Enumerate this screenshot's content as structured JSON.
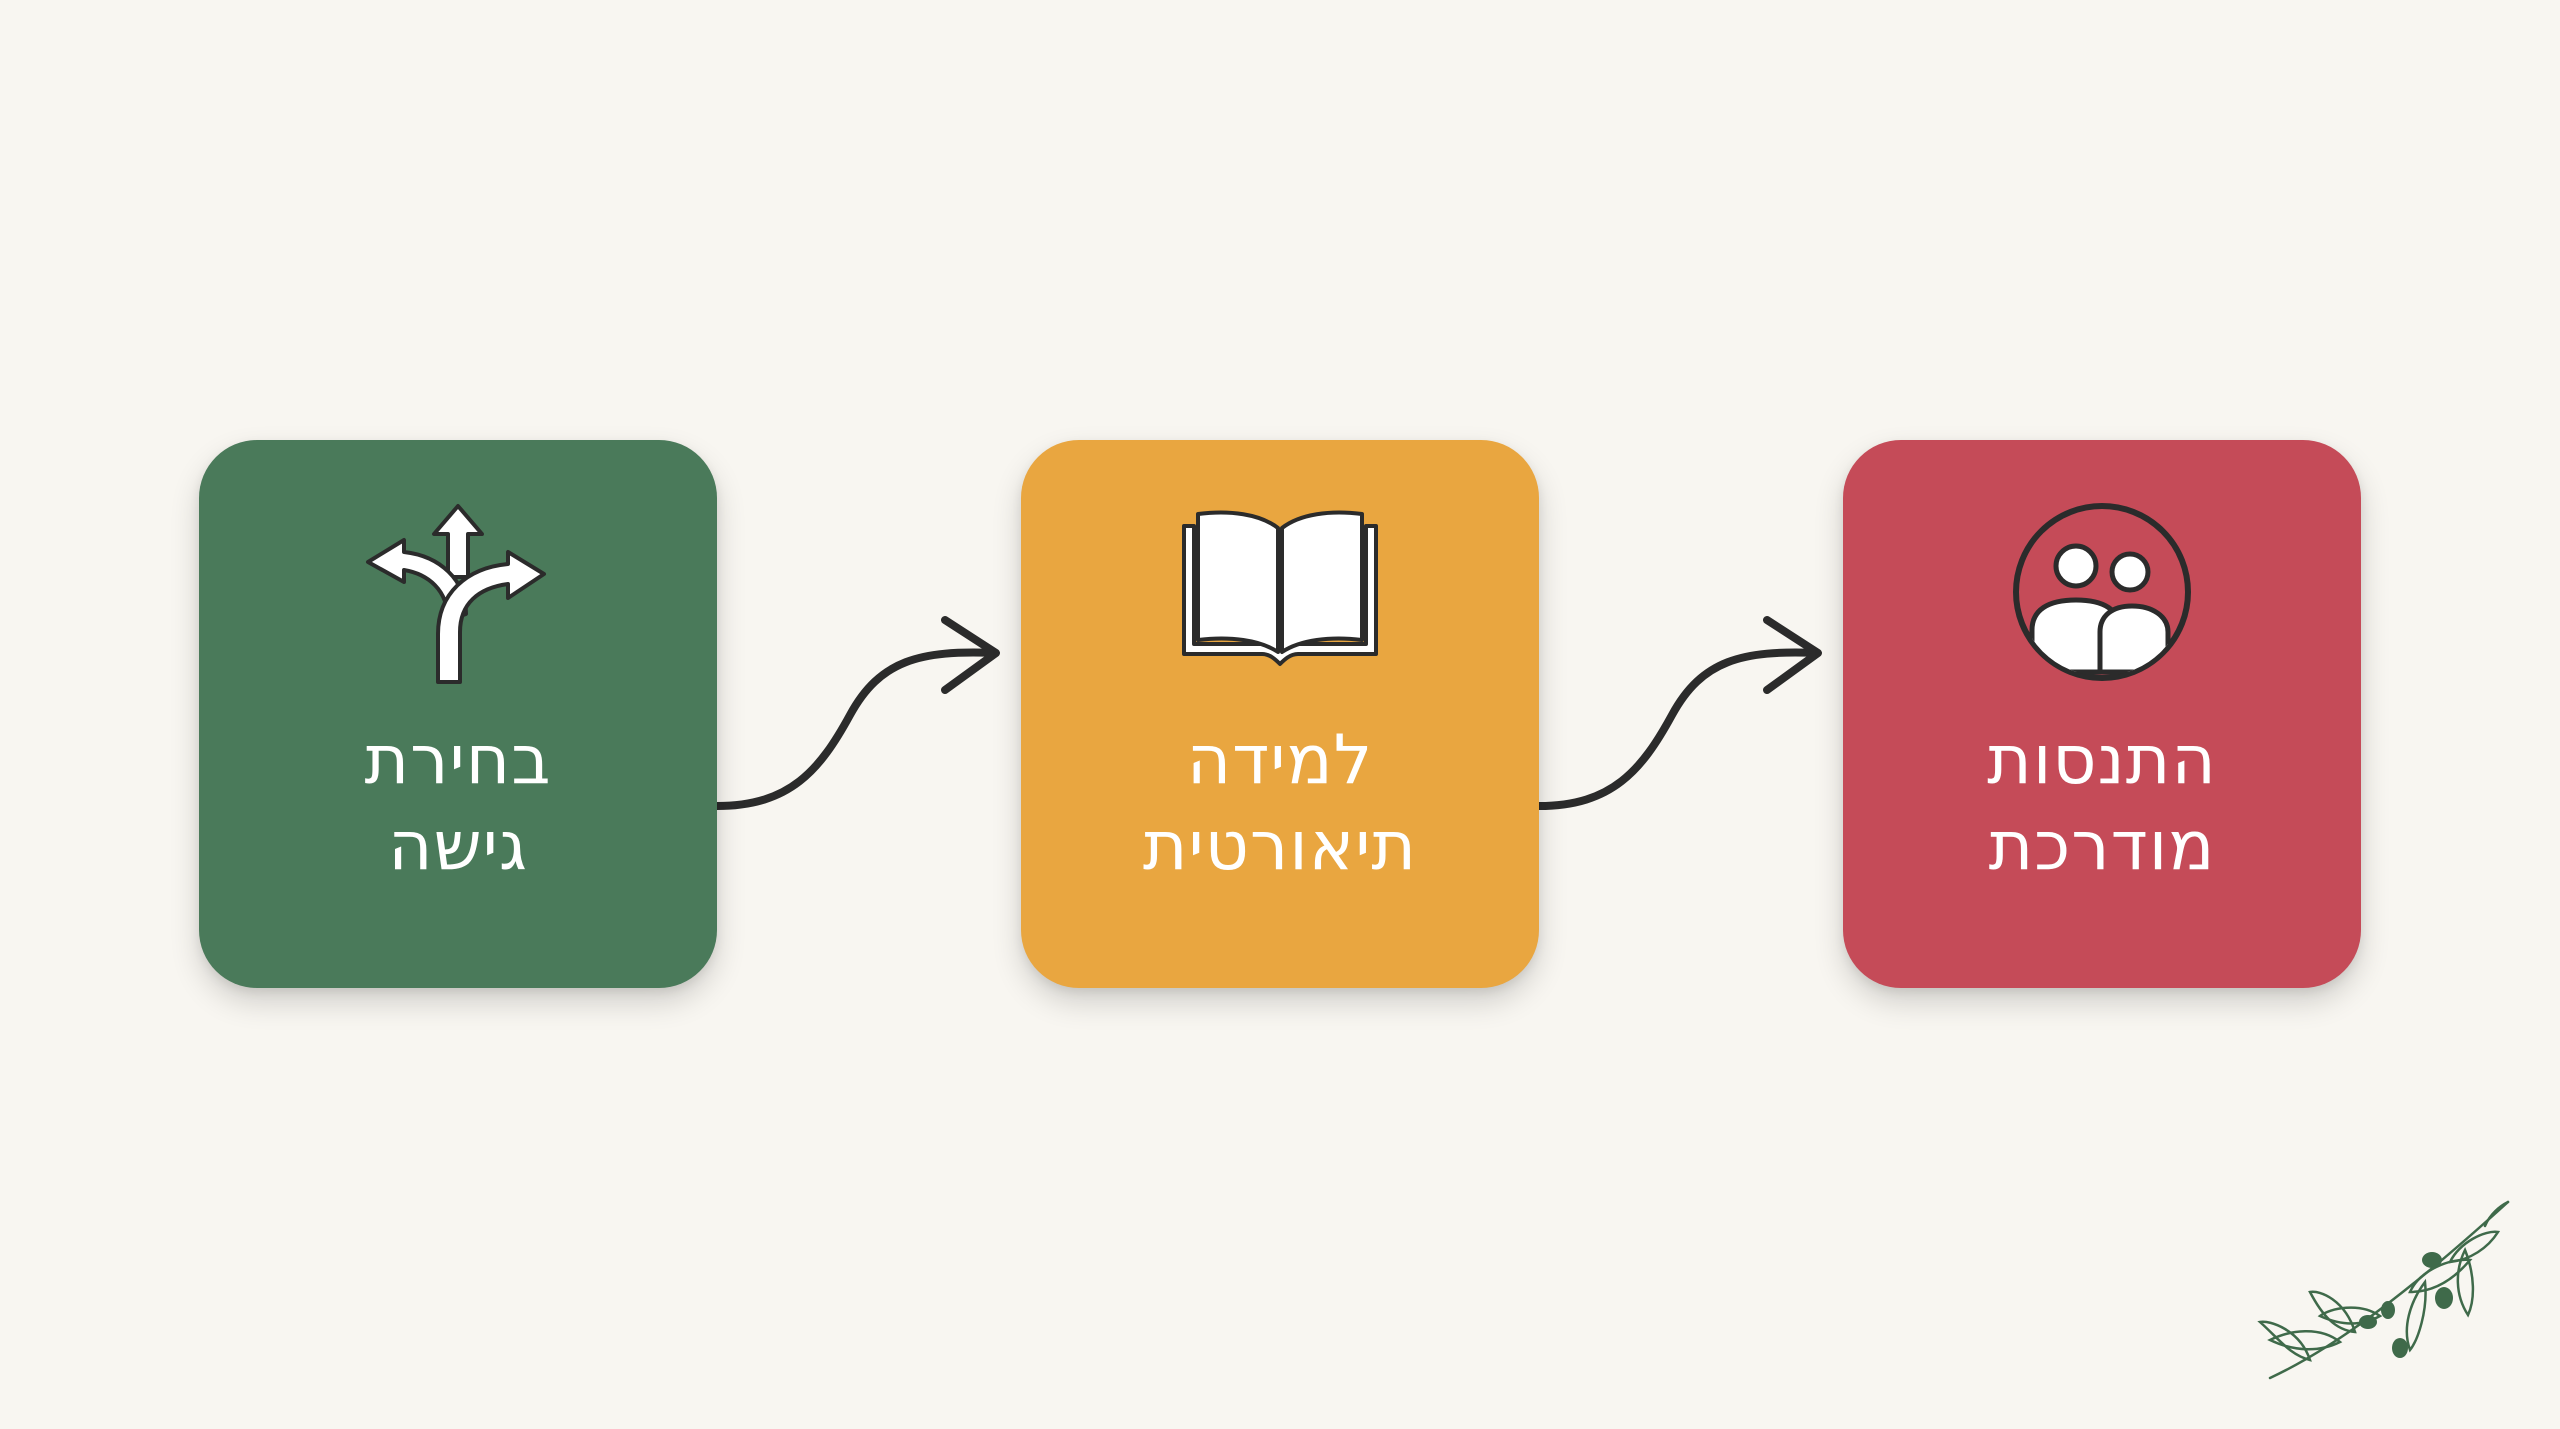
{
  "steps": [
    {
      "line1": "בחירת",
      "line2": "גישה",
      "icon": "diverging-arrows-icon",
      "color": "#4a7a5a"
    },
    {
      "line1": "למידה",
      "line2": "תיאורטית",
      "icon": "open-book-icon",
      "color": "#e9a640"
    },
    {
      "line1": "התנסות",
      "line2": "מודרכת",
      "icon": "people-circle-icon",
      "color": "#c54b58"
    }
  ],
  "connectors": [
    "arrow-1-to-2",
    "arrow-2-to-3"
  ],
  "decoration": {
    "icon": "olive-branch-icon",
    "leaf_color": "#3f6a4a"
  },
  "background": "#f8f6f1"
}
